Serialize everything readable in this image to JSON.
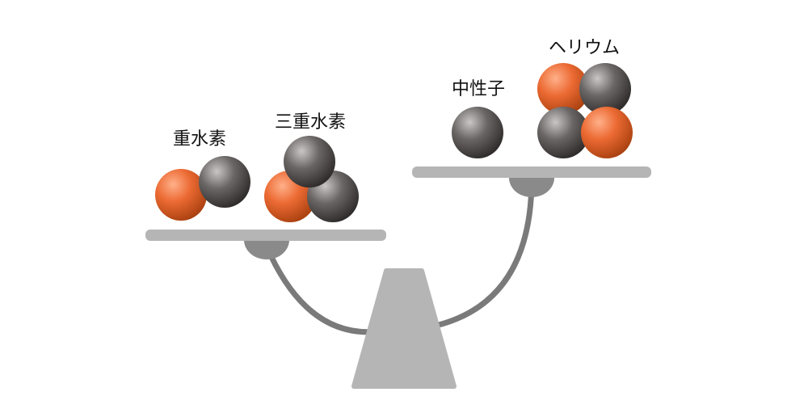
{
  "labels": {
    "deuterium": "重水素",
    "tritium": "三重水素",
    "neutron": "中性子",
    "helium": "ヘリウム"
  },
  "colors": {
    "proton": "#e0642f",
    "neutron": "#5a5655",
    "scale": "#b5b5b5",
    "scale_dark": "#8a8a8a",
    "beam": "#7a7a7a"
  },
  "particles": {
    "deuterium": [
      "proton",
      "neutron"
    ],
    "tritium": [
      "proton",
      "neutron",
      "neutron"
    ],
    "neutron": [
      "neutron"
    ],
    "helium": [
      "proton",
      "neutron",
      "neutron",
      "proton"
    ]
  }
}
